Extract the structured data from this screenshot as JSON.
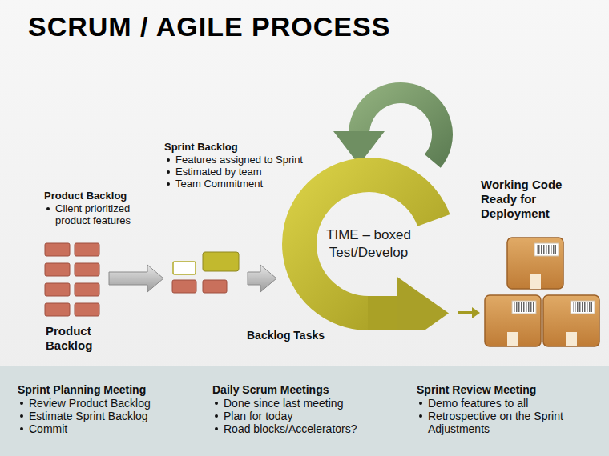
{
  "diagram": {
    "title": "SCRUM / AGILE PROCESS",
    "nodes": [
      {
        "text": [
          "Product Backlog",
          "Client prioritized product features",
          "Product Backlog"
        ]
      },
      {
        "text": [
          "Sprint Backlog",
          "Features assigned to Sprint",
          "Estimated by team",
          "Team Commitment"
        ]
      },
      {
        "text": [
          "TIME – boxed Test/Develop"
        ]
      },
      {
        "text": [
          "Working Code Ready for Deployment"
        ]
      },
      {
        "text": [
          "Sprint Planning Meeting",
          "Review Product Backlog",
          "Estimate Sprint Backlog",
          "Commit",
          "Daily Scrum Meetings",
          "Done since last meeting",
          "Plan for today",
          "Road blocks/Accelerators?",
          "Sprint Review Meeting",
          "Demo features to all",
          "Retrospective on the Sprint Adjustments"
        ]
      }
    ],
    "edges": [
      {
        "from": 0,
        "to": 1,
        "arrow": "to"
      },
      {
        "from": 1,
        "to": 2,
        "arrow": "to"
      },
      {
        "from": 2,
        "to": 3,
        "arrow": "to"
      }
    ],
    "labels": [
      "Backlog Tasks"
    ]
  }
}
